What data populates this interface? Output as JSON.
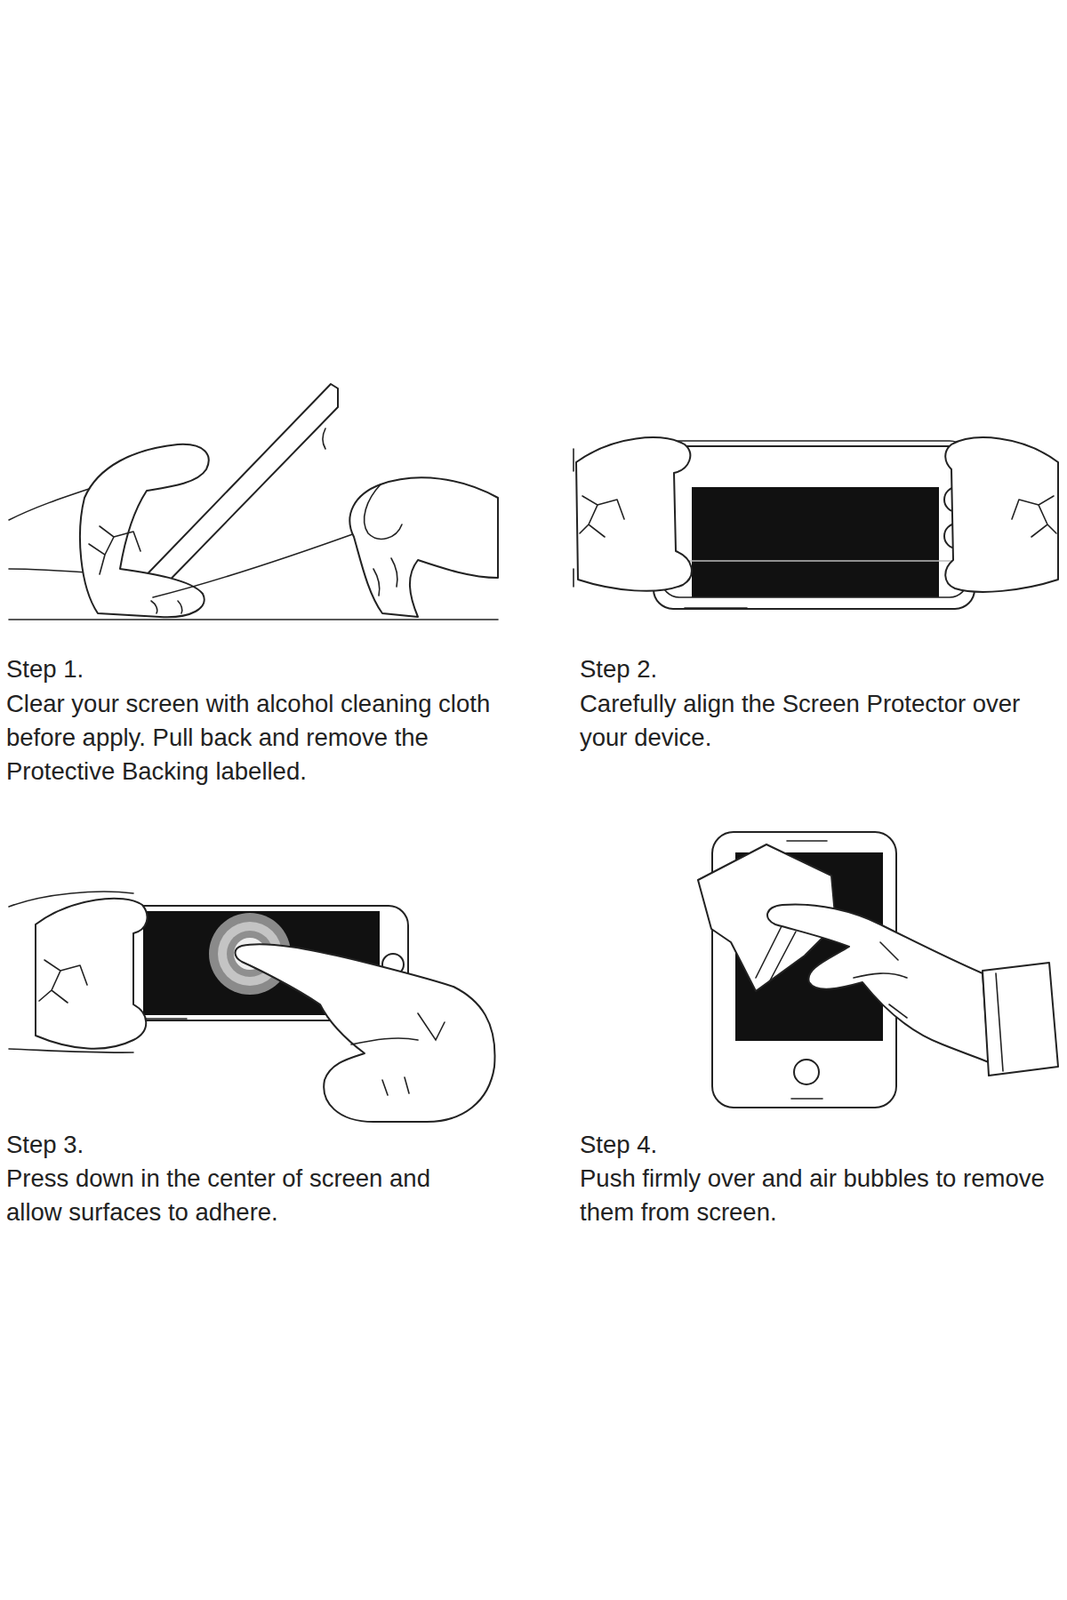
{
  "diagram": {
    "labels": [
      "Step 1.",
      "Clear your screen with alcohol cleaning cloth before apply. Pull back and remove the Protective Backing labelled.",
      "Step 2.",
      "Carefully align the Screen Protector over your device.",
      "Step 3.",
      "Press down in the center of screen and allow surfaces to adhere.",
      "Step 4.",
      "Push firmly over and air bubbles to remove them from screen."
    ]
  }
}
